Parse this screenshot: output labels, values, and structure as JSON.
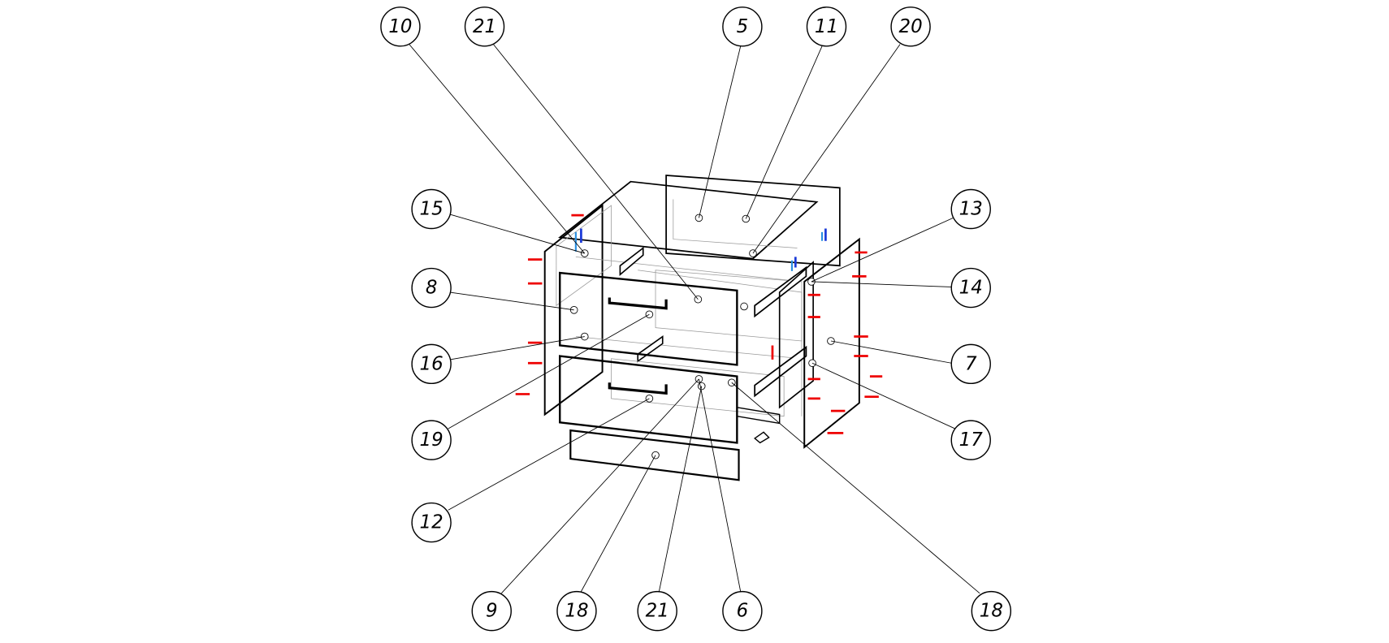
{
  "diagram": {
    "type": "exploded-assembly-drawing",
    "callouts": [
      "10",
      "21",
      "5",
      "11",
      "20",
      "15",
      "8",
      "16",
      "19",
      "12",
      "13",
      "14",
      "7",
      "17",
      "9",
      "18",
      "21",
      "6",
      "18"
    ]
  }
}
